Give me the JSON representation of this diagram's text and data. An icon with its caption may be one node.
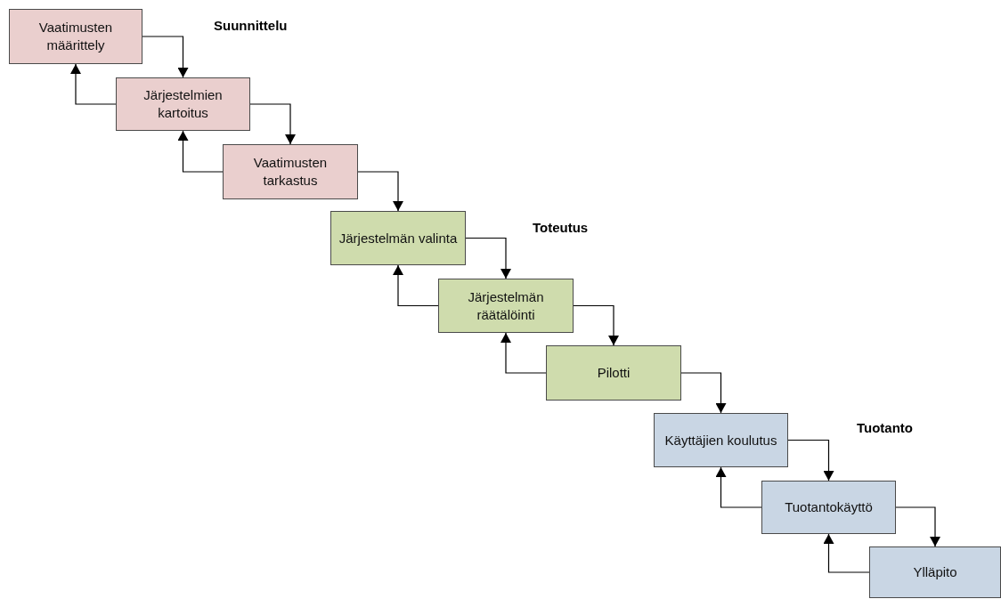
{
  "diagram": {
    "nodes": [
      {
        "text": [
          "Vaatimusten määrittely"
        ]
      },
      {
        "text": [
          "Järjestelmien kartoitus"
        ]
      },
      {
        "text": [
          "Vaatimusten tarkastus"
        ]
      },
      {
        "text": [
          "Järjestelmän valinta"
        ]
      },
      {
        "text": [
          "Järjestelmän räätälöinti"
        ]
      },
      {
        "text": [
          "Pilotti"
        ]
      },
      {
        "text": [
          "Käyttäjien koulutus"
        ]
      },
      {
        "text": [
          "Tuotantokäyttö"
        ]
      },
      {
        "text": [
          "Ylläpito"
        ]
      }
    ],
    "edges": [
      {
        "from": 0,
        "to": 1,
        "arrow": "to"
      },
      {
        "from": 1,
        "to": 0,
        "arrow": "to"
      },
      {
        "from": 1,
        "to": 2,
        "arrow": "to"
      },
      {
        "from": 2,
        "to": 1,
        "arrow": "to"
      },
      {
        "from": 2,
        "to": 3,
        "arrow": "to"
      },
      {
        "from": 3,
        "to": 4,
        "arrow": "to"
      },
      {
        "from": 4,
        "to": 3,
        "arrow": "to"
      },
      {
        "from": 4,
        "to": 5,
        "arrow": "to"
      },
      {
        "from": 5,
        "to": 4,
        "arrow": "to"
      },
      {
        "from": 5,
        "to": 6,
        "arrow": "to"
      },
      {
        "from": 6,
        "to": 7,
        "arrow": "to"
      },
      {
        "from": 7,
        "to": 6,
        "arrow": "to"
      },
      {
        "from": 7,
        "to": 8,
        "arrow": "to"
      },
      {
        "from": 8,
        "to": 7,
        "arrow": "to"
      }
    ],
    "labels": [
      "Suunnittelu",
      "Toteutus",
      "Tuotanto"
    ]
  }
}
